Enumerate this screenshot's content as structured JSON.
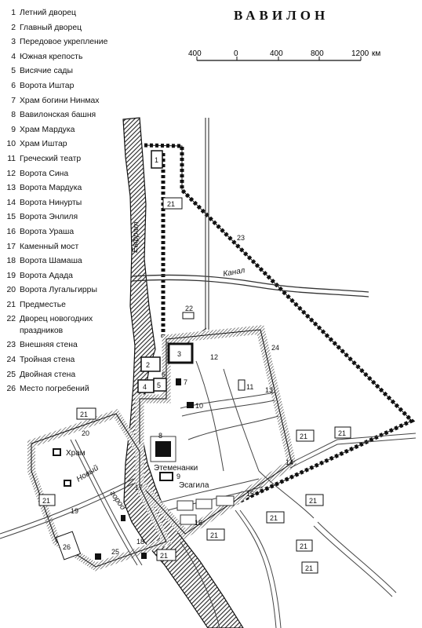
{
  "title": "ВАВИЛОН",
  "legend": [
    {
      "num": "1",
      "text": "Летний дворец"
    },
    {
      "num": "2",
      "text": "Главный дворец"
    },
    {
      "num": "3",
      "text": "Передовое укрепление"
    },
    {
      "num": "4",
      "text": "Южная крепость"
    },
    {
      "num": "5",
      "text": "Висячие сады"
    },
    {
      "num": "6",
      "text": "Ворота Иштар"
    },
    {
      "num": "7",
      "text": "Храм богини Нинмах"
    },
    {
      "num": "8",
      "text": "Вавилонская башня"
    },
    {
      "num": "9",
      "text": "Храм Мардука"
    },
    {
      "num": "10",
      "text": "Храм Иштар"
    },
    {
      "num": "11",
      "text": "Греческий театр"
    },
    {
      "num": "12",
      "text": "Ворота Сина"
    },
    {
      "num": "13",
      "text": "Ворота Мардука"
    },
    {
      "num": "14",
      "text": "Ворота Нинурты"
    },
    {
      "num": "15",
      "text": "Ворота Энлиля"
    },
    {
      "num": "16",
      "text": "Ворота Ураша"
    },
    {
      "num": "17",
      "text": "Каменный мост"
    },
    {
      "num": "18",
      "text": "Ворота Шамаша"
    },
    {
      "num": "19",
      "text": "Ворота Адада"
    },
    {
      "num": "20",
      "text": "Ворота Лугальгирры"
    },
    {
      "num": "21",
      "text": "Предместье"
    },
    {
      "num": "22",
      "text": "Дворец новогодних\nпраздников"
    },
    {
      "num": "23",
      "text": "Внешняя стена"
    },
    {
      "num": "24",
      "text": "Тройная стена"
    },
    {
      "num": "25",
      "text": "Двойная стена"
    },
    {
      "num": "26",
      "text": "Место погребений"
    }
  ],
  "scale": {
    "ticks": [
      "400",
      "0",
      "400",
      "800",
      "1200"
    ],
    "unit": "км"
  },
  "labels": {
    "river": "Евфрат",
    "canal": "Канал",
    "temple": "Храм",
    "new_city": "Новый",
    "city": "город",
    "etemenanki": "Этеменанки",
    "esagila": "Эсагила"
  },
  "markers": {
    "m1": "1",
    "m2": "2",
    "m3": "3",
    "m4": "4",
    "m5": "5",
    "m6": "6",
    "m7": "7",
    "m8": "8",
    "m9": "9",
    "m10": "10",
    "m11": "11",
    "m12": "12",
    "m13": "13",
    "m14": "14",
    "m15": "15",
    "m16": "16",
    "m17": "17",
    "m18": "18",
    "m19": "19",
    "m20": "20",
    "m22": "22",
    "m23": "23",
    "m24": "24",
    "m25": "25",
    "m26": "26",
    "s21": "21"
  }
}
